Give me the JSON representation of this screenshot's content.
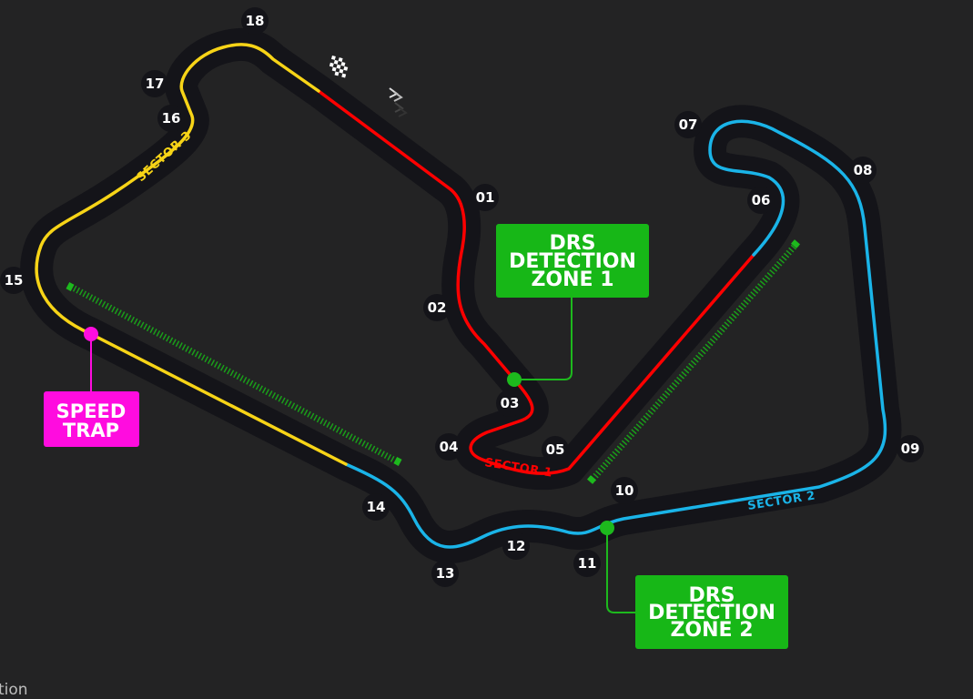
{
  "colors": {
    "background": "#232324",
    "track_base": "#141419",
    "sector1": "#ff0000",
    "sector2": "#1ab4e8",
    "sector3": "#f7d417",
    "drs": "#1db91d",
    "drs_dashes": "#1a9e1a",
    "speed_trap": "#ff0cdf",
    "label_bg": "#141419",
    "label_text": "#ffffff"
  },
  "icons": {
    "finish": "checkered-flag-icon",
    "direction": "chevrons-direction-icon"
  },
  "corners": [
    "01",
    "02",
    "03",
    "04",
    "05",
    "06",
    "07",
    "08",
    "09",
    "10",
    "11",
    "12",
    "13",
    "14",
    "15",
    "16",
    "17",
    "18"
  ],
  "sectors": {
    "s1": "SECTOR 1",
    "s2": "SECTOR 2",
    "s3": "SECTOR 3"
  },
  "drs_zone_1": {
    "line1": "DRS",
    "line2": "DETECTION",
    "line3": "ZONE 1"
  },
  "drs_zone_2": {
    "line1": "DRS",
    "line2": "DETECTION",
    "line3": "ZONE 2"
  },
  "speed_trap": {
    "line1": "SPEED",
    "line2": "TRAP"
  },
  "footer": {
    "text": "tion"
  }
}
